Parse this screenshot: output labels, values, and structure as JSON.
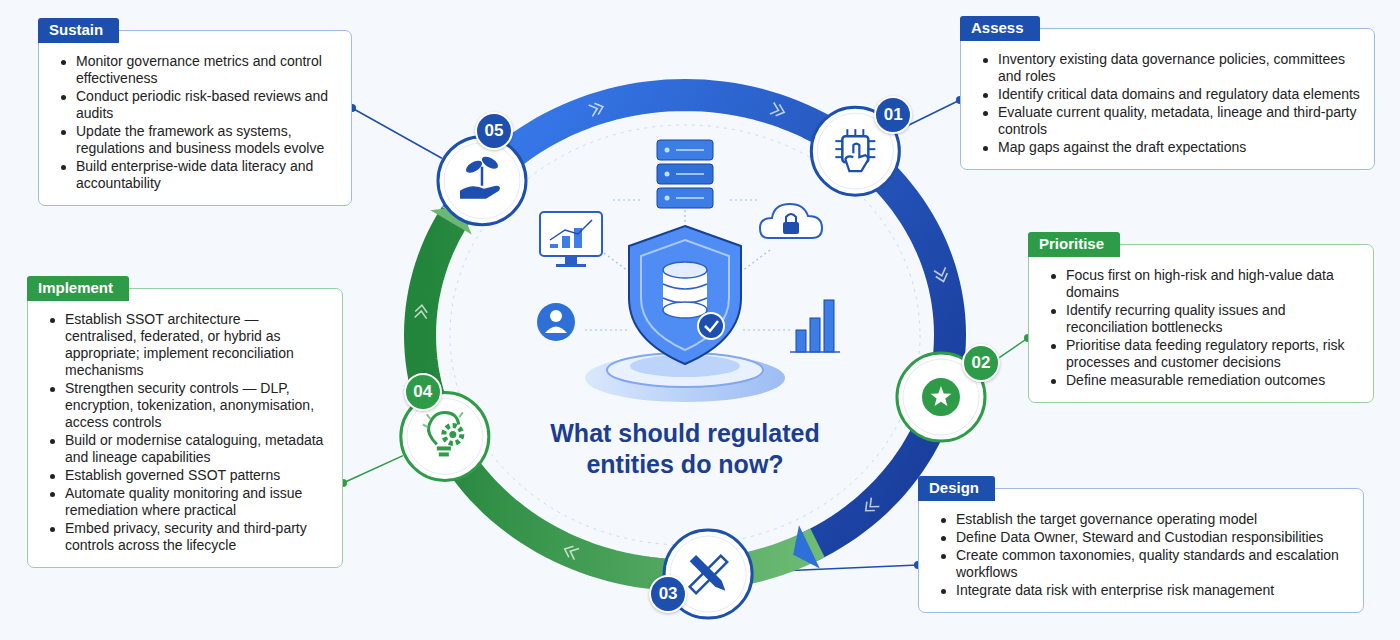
{
  "diagram": {
    "title": "What should regulated entities do now?",
    "nodes": [
      {
        "text": [
          "Assess",
          "Inventory existing data governance policies, committees and roles",
          "Identify critical data domains and regulatory data elements",
          "Evaluate current quality, metadata, lineage and third-party controls",
          "Map gaps against the draft expectations"
        ]
      },
      {
        "text": [
          "Prioritise",
          "Focus first on high-risk and high-value data domains",
          "Identify recurring quality issues and reconciliation bottlenecks",
          "Prioritise data feeding regulatory reports, risk processes and customer decisions",
          "Define measurable remediation outcomes"
        ]
      },
      {
        "text": [
          "Design",
          "Establish the target governance operating model",
          "Define Data Owner, Steward and Custodian responsibilities",
          "Create common taxonomies, quality standards and escalation workflows",
          "Integrate data risk with enterprise risk management"
        ]
      },
      {
        "text": [
          "Implement",
          "Establish SSOT architecture — centralised, federated, or hybrid as appropriate; implement reconciliation mechanisms",
          "Strengthen security controls — DLP, encryption, tokenization, anonymisation, access controls",
          "Build or modernise cataloguing, metadata and lineage capabilities",
          "Establish governed SSOT patterns",
          "Automate quality monitoring and issue remediation where practical",
          "Embed privacy, security and third-party controls across the lifecycle"
        ]
      },
      {
        "text": [
          "Sustain",
          "Monitor governance metrics and control effectiveness",
          "Conduct periodic risk-based reviews and audits",
          "Update the framework as systems, regulations and business models evolve",
          "Build enterprise-wide data literacy and accountability"
        ]
      }
    ],
    "labels": [
      "01",
      "02",
      "03",
      "04",
      "05"
    ]
  }
}
